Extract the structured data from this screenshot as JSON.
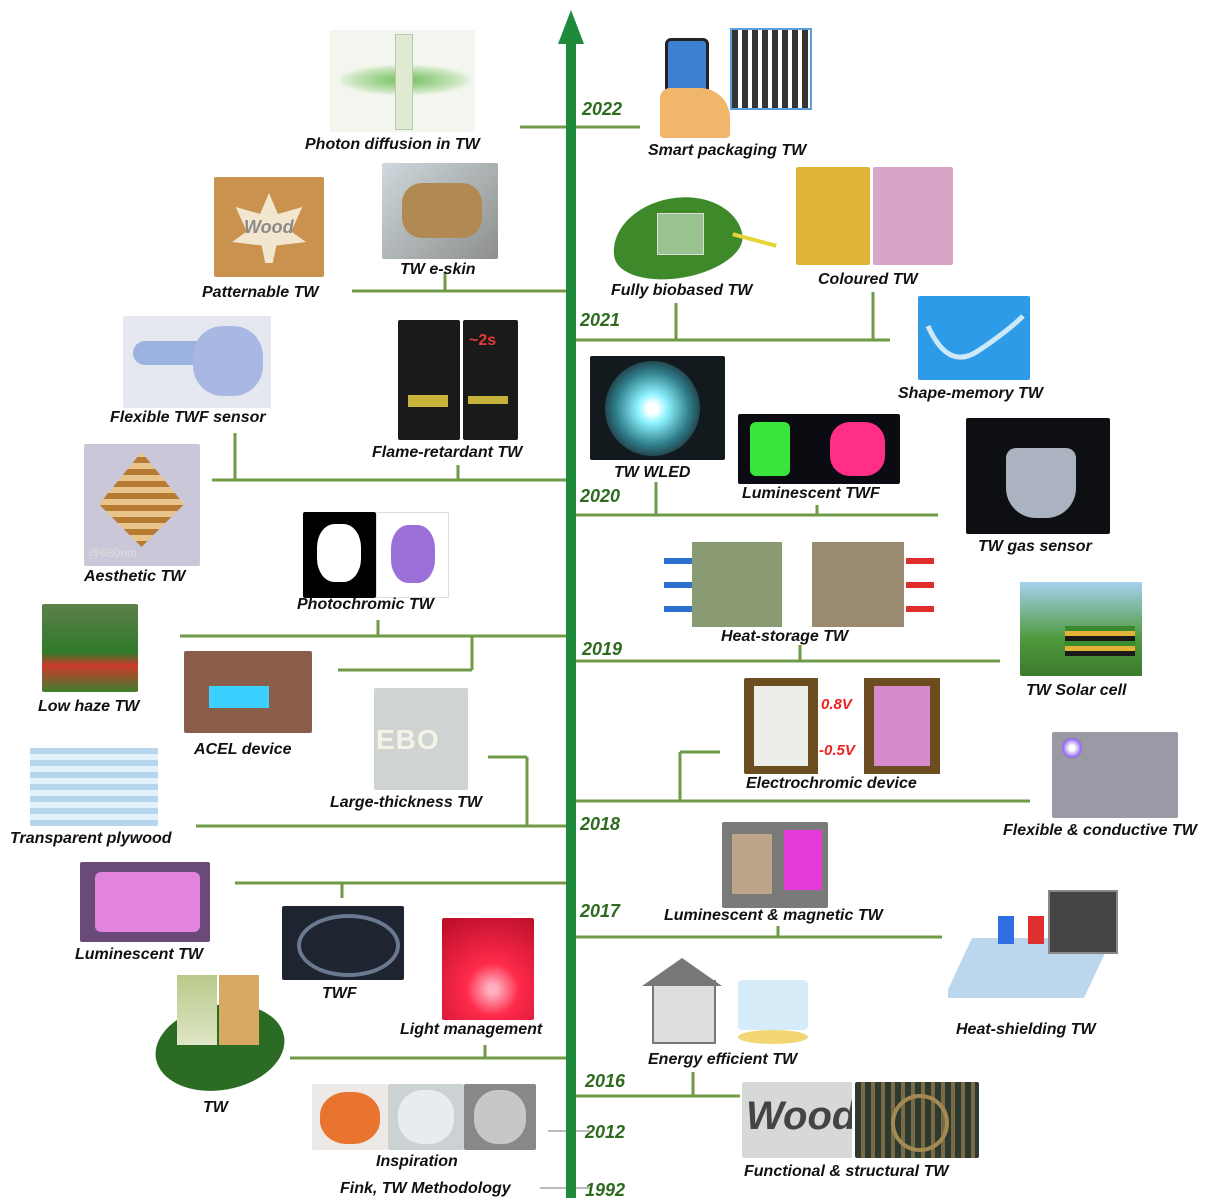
{
  "years": [
    "2022",
    "2021",
    "2020",
    "2019",
    "2018",
    "2017",
    "2016",
    "2012",
    "1992"
  ],
  "labels": {
    "photon_diffusion": "Photon diffusion in TW",
    "smart_packaging": "Smart packaging TW",
    "patternable": "Patternable TW",
    "e_skin": "TW e-skin",
    "fully_biobased": "Fully biobased TW",
    "coloured": "Coloured TW",
    "shape_memory": "Shape-memory TW",
    "flexible_twf_sensor": "Flexible TWF sensor",
    "flame_retardant": "Flame-retardant TW",
    "tw_wled": "TW WLED",
    "luminescent_twf": "Luminescent TWF",
    "tw_gas_sensor": "TW gas sensor",
    "aesthetic": "Aesthetic TW",
    "photochromic": "Photochromic TW",
    "heat_storage": "Heat-storage TW",
    "tw_solar_cell": "TW Solar cell",
    "low_haze": "Low haze TW",
    "acel_device": "ACEL device",
    "large_thickness": "Large-thickness TW",
    "electrochromic": "Electrochromic device",
    "transparent_plywood": "Transparent plywood",
    "flexible_conductive": "Flexible & conductive TW",
    "luminescent_magnetic": "Luminescent & magnetic TW",
    "luminescent_tw": "Luminescent TW",
    "twf": "TWF",
    "light_management": "Light management",
    "heat_shielding": "Heat-shielding TW",
    "energy_efficient": "Energy efficient TW",
    "tw": "TW",
    "inspiration": "Inspiration",
    "functional_structural": "Functional & structural TW",
    "fink": "Fink, TW Methodology"
  },
  "image_text": {
    "wood": "Wood",
    "wood_big": "Wood",
    "ebo": "EBO",
    "volt_up": "0.8V",
    "volt_down": "-0.5V",
    "nm": "@680nm",
    "time": "~2s"
  },
  "colors": {
    "axis": "#1d8a3c",
    "branch": "#6f9a47",
    "year_text": "#2e6b1f"
  }
}
